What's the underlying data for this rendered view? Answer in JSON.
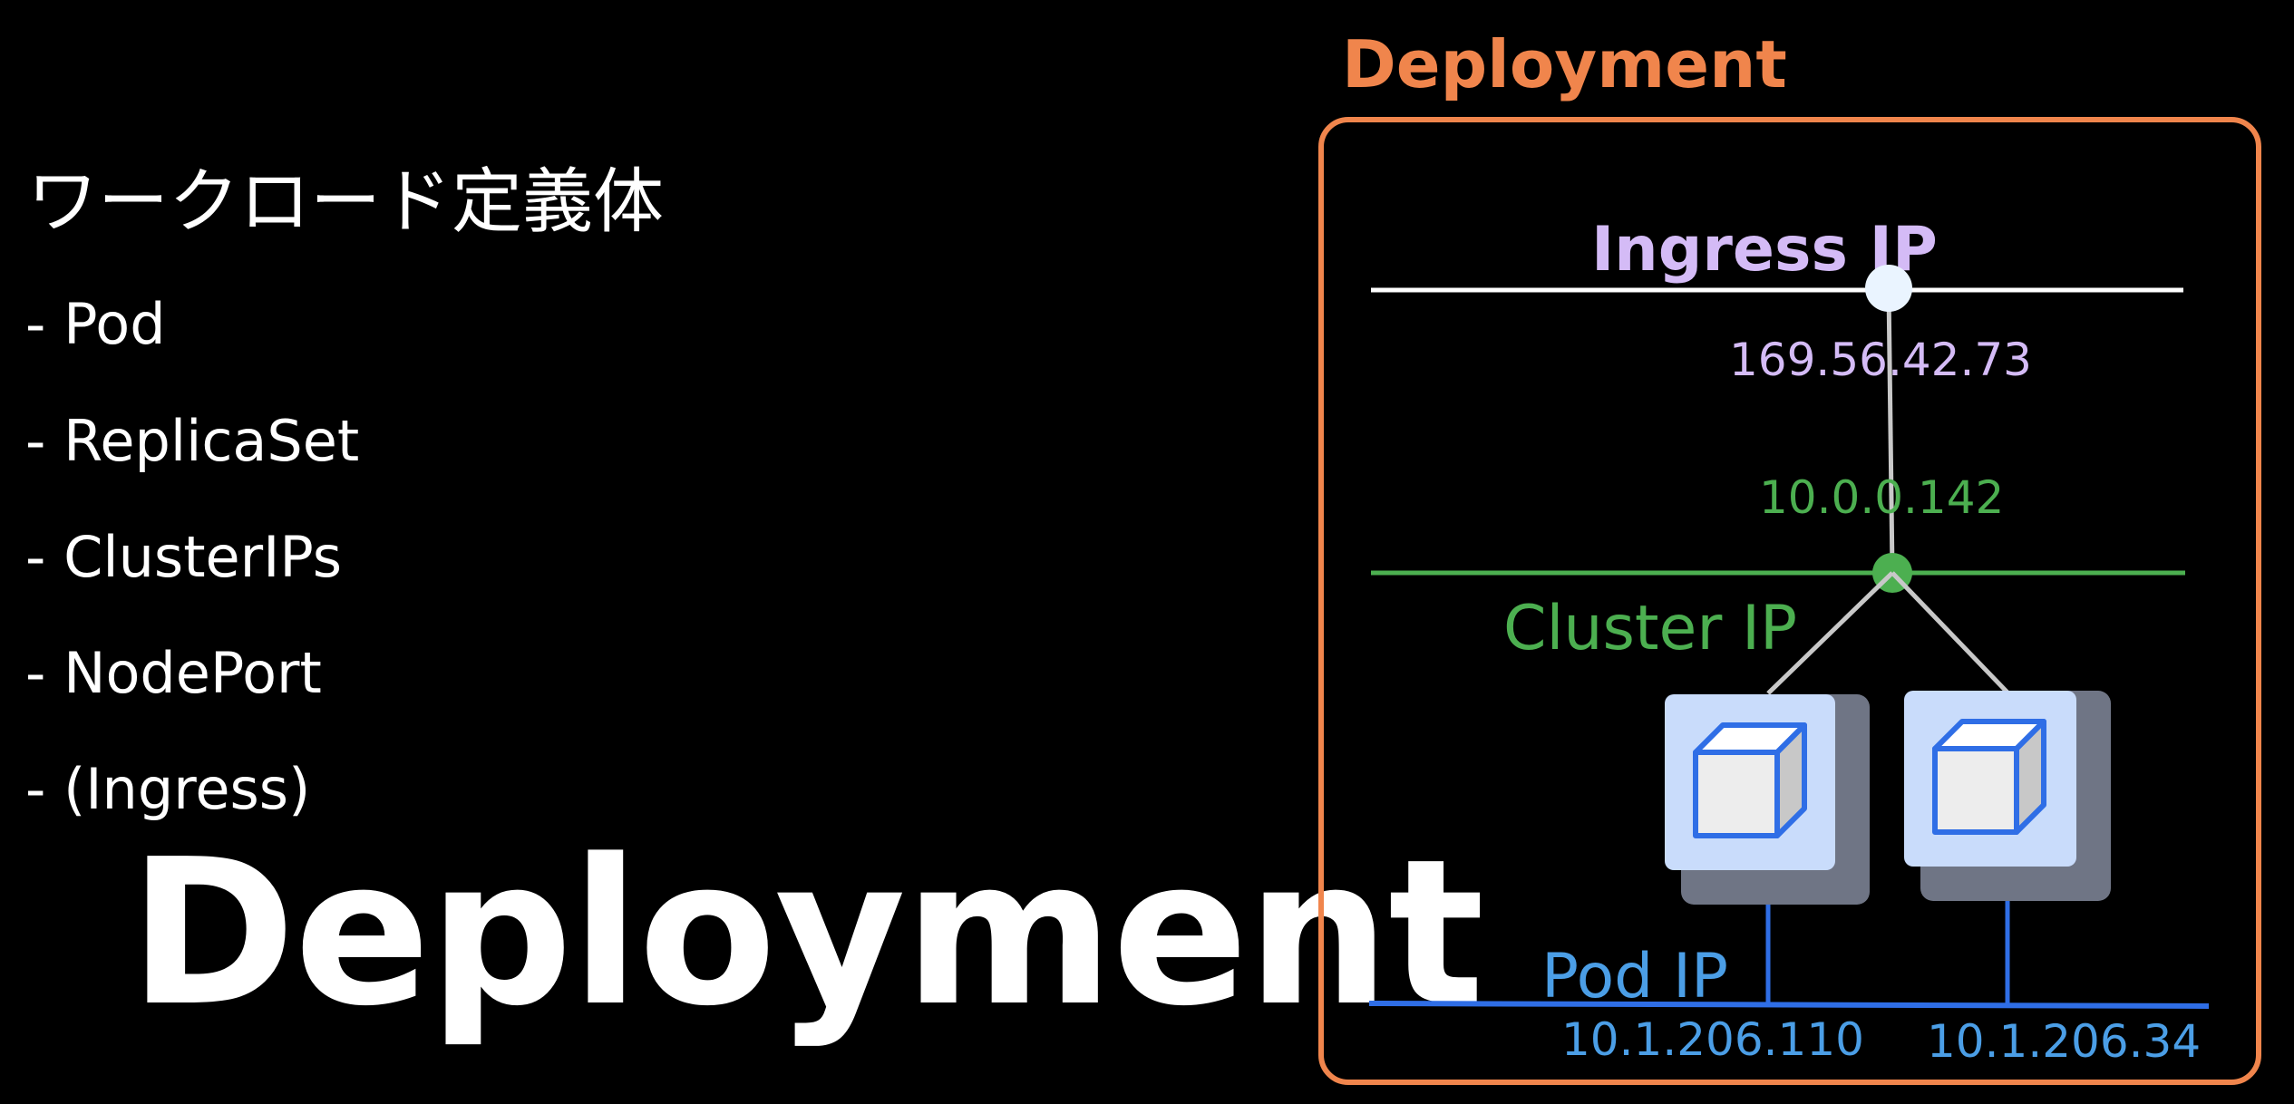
{
  "left": {
    "heading": "ワークロード定義体",
    "items": [
      "- Pod",
      "- ReplicaSet",
      "- ClusterIPs",
      "- NodePort",
      "- (Ingress)"
    ],
    "title": "Deployment"
  },
  "diagram": {
    "label": "Deployment",
    "ingress_label": "Ingress IP",
    "ingress_ip": "169.56.42.73",
    "cluster_ip_value": "10.0.0.142",
    "cluster_label": "Cluster IP",
    "pod_label": "Pod IP",
    "pod_ips": [
      "10.1.206.110",
      "10.1.206.34"
    ],
    "pod_icon": "cube-icon"
  },
  "colors": {
    "background": "#000000",
    "text": "#ffffff",
    "deployment_border": "#f0854c",
    "ingress": "#d4bbf6",
    "ingress_line": "#ffffff",
    "ingress_node": "#eaf4ff",
    "cluster": "#4caf50",
    "pod": "#2f6ee6",
    "pod_ip_text": "#4b9ee6",
    "connector": "#c8c8c8",
    "pod_tile": "#c9dcfb",
    "pod_tile_shadow": "#6f7585"
  }
}
